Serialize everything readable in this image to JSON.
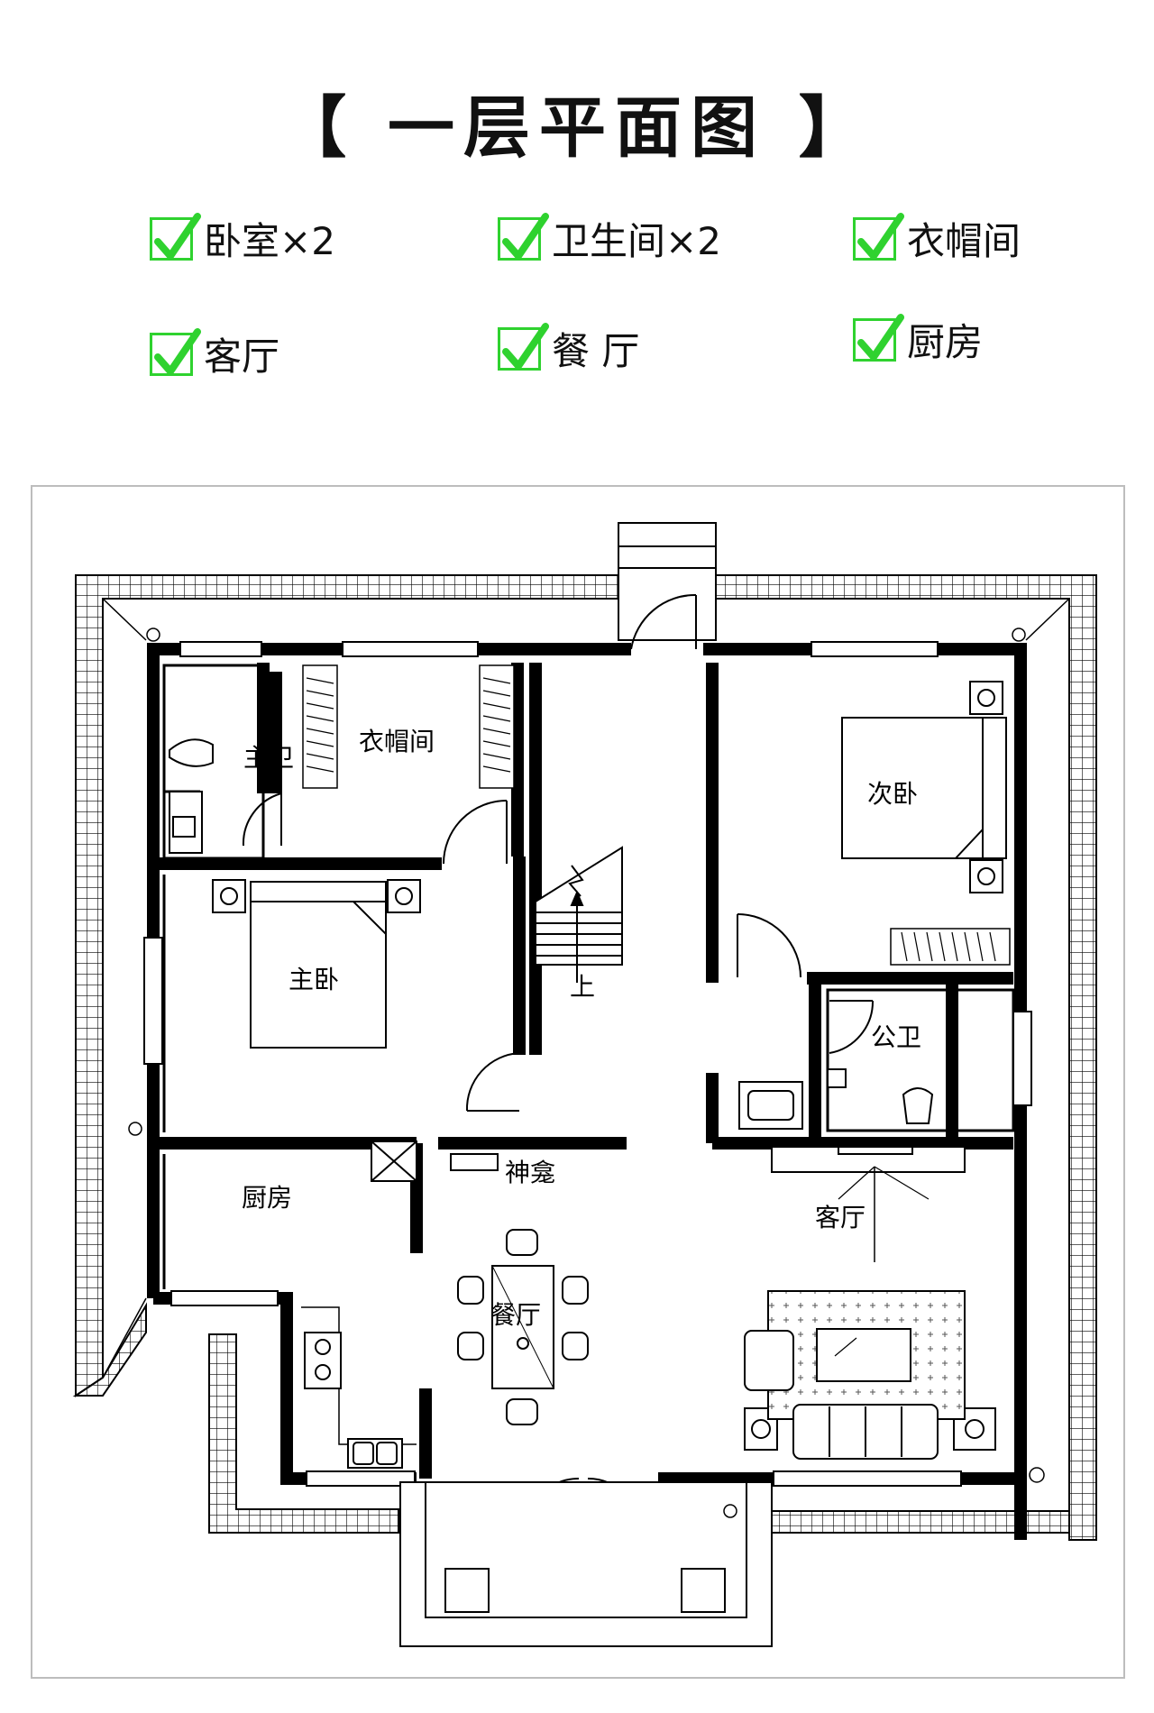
{
  "title": "【 一层平面图 】",
  "features": [
    {
      "label": "卧室×2"
    },
    {
      "label": "卫生间×2"
    },
    {
      "label": "衣帽间"
    },
    {
      "label": "客厅"
    },
    {
      "label": "餐 厅"
    },
    {
      "label": "厨房"
    }
  ],
  "rooms": {
    "master_bath": "主卫",
    "closet": "衣帽间",
    "second_bedroom": "次卧",
    "master_bedroom": "主卧",
    "stairs_up": "上",
    "public_bath": "公卫",
    "kitchen": "厨房",
    "shrine": "神龛",
    "living_room": "客厅",
    "dining_room": "餐厅"
  },
  "colors": {
    "check": "#2fd22f",
    "wall": "#000000",
    "frame": "#bdbdbd"
  },
  "icons": {
    "check": "checkmark-icon"
  }
}
